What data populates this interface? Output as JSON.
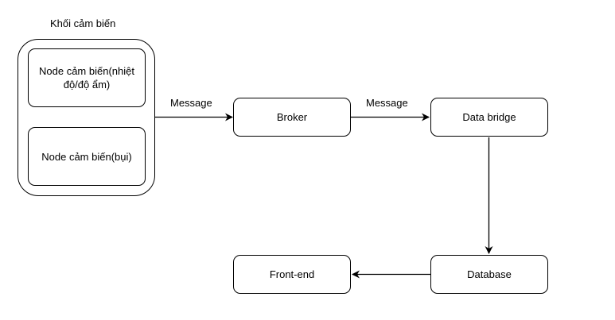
{
  "group": {
    "title": "Khối cảm biến",
    "nodes": [
      {
        "label": "Node cảm biến(nhiệt độ/độ ẩm)"
      },
      {
        "label": "Node cảm biến(bụi)"
      }
    ]
  },
  "boxes": {
    "broker": "Broker",
    "data_bridge": "Data bridge",
    "database": "Database",
    "front_end": "Front-end"
  },
  "edges": {
    "sensors_to_broker": "Message",
    "broker_to_bridge": "Message"
  }
}
